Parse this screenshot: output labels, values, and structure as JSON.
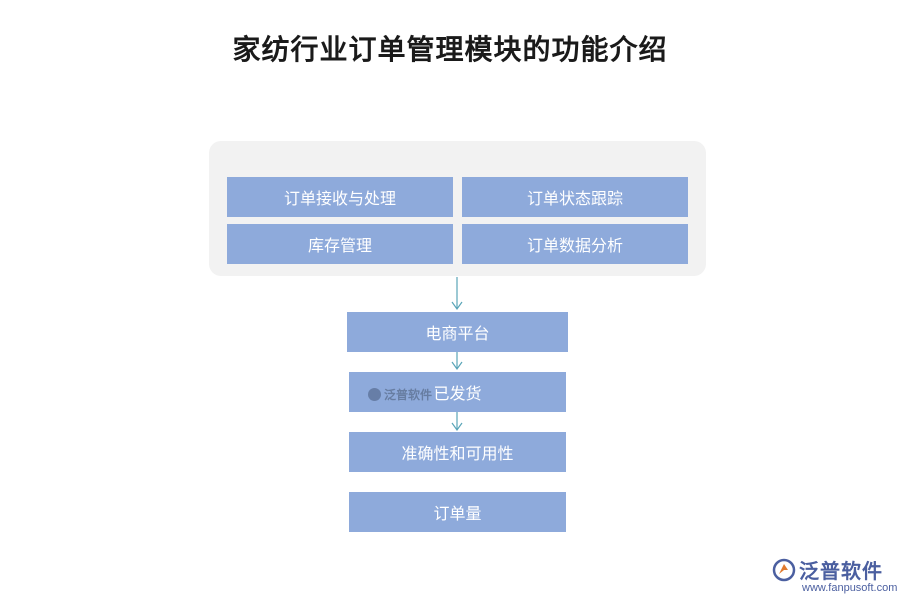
{
  "title": "家纺行业订单管理模块的功能介绍",
  "modules": [
    {
      "label": "订单接收与处理"
    },
    {
      "label": "订单状态跟踪"
    },
    {
      "label": "库存管理"
    },
    {
      "label": "订单数据分析"
    }
  ],
  "steps": [
    {
      "label": "电商平台"
    },
    {
      "label": "已发货"
    },
    {
      "label": "准确性和可用性"
    },
    {
      "label": "订单量"
    }
  ],
  "watermark": {
    "text": "泛普软件"
  },
  "logo": {
    "name": "泛普软件",
    "url": "www.fanpusoft.com"
  },
  "colors": {
    "box": "#8eaadb",
    "group_bg": "#f2f2f2",
    "arrow": "#5aa5b8",
    "brand": "#4b5fa0"
  }
}
